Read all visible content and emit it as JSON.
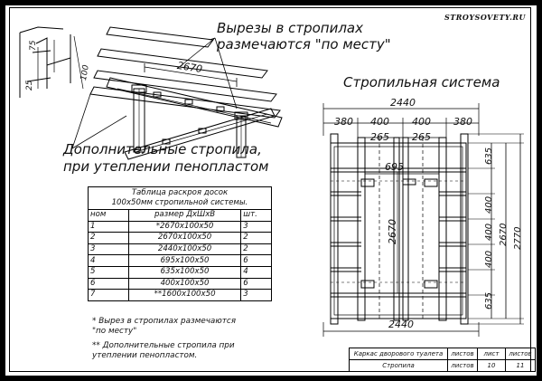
{
  "watermark": "STROYSOVETY.RU",
  "callouts": {
    "cuts_line1": "Вырезы в стропилах",
    "cuts_line2": "размечаются \"по месту\"",
    "extra_line1": "Дополнительные стропила,",
    "extra_line2": "при утеплении пенопластом"
  },
  "detail_dims": {
    "d75": "75",
    "d25": "25",
    "d100": "100",
    "d2670": "2670"
  },
  "system": {
    "title": "Стропильная система",
    "top_width": "2440",
    "bottom_width": "2440",
    "seg_380_left": "380",
    "seg_400_left": "400",
    "seg_400_right": "400",
    "seg_380_right": "380",
    "seg_265_left": "265",
    "seg_265_right": "265",
    "len_695": "695",
    "len_2670": "2670",
    "right_635_top": "635",
    "right_400_a": "400",
    "right_400_b": "400",
    "right_400_c": "400",
    "right_635_bottom": "635",
    "total_2670": "2670",
    "total_2770": "2770"
  },
  "cut_table": {
    "caption_line1": "Таблица раскроя досок",
    "caption_line2": "100x50мм стропильной системы.",
    "headers": [
      "ном",
      "размер ДхШхВ",
      "шт."
    ],
    "rows": [
      [
        "1",
        "*2670x100x50",
        "3"
      ],
      [
        "2",
        "2670x100x50",
        "2"
      ],
      [
        "3",
        "2440x100x50",
        "2"
      ],
      [
        "4",
        "695x100x50",
        "6"
      ],
      [
        "5",
        "635x100x50",
        "4"
      ],
      [
        "6",
        "400x100x50",
        "6"
      ],
      [
        "7",
        "**1600x100x50",
        "3"
      ]
    ]
  },
  "notes": {
    "n1_line1": "* Вырез в стропилах размечаются",
    "n1_line2": "\"по месту\"",
    "n2_line1": "** Дополнительные стропила при",
    "n2_line2": "утеплении пенопластом."
  },
  "titleblock": {
    "project": "Каркас дворового туалета",
    "sheet_label": "листов",
    "sheet_hdr": "лист",
    "sheets_hdr": "листов",
    "drawing_name": "Стропила",
    "sheet_label2": "листов",
    "sheet_no": "10",
    "sheets_total": "11"
  }
}
